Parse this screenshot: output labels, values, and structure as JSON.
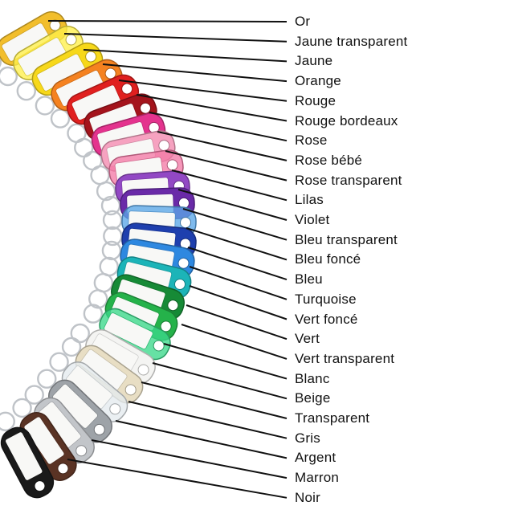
{
  "tags": [
    {
      "label": "Or",
      "color": "#F2BE2C",
      "translucent": false
    },
    {
      "label": "Jaune transparent",
      "color": "#FFF04A",
      "translucent": true
    },
    {
      "label": "Jaune",
      "color": "#F7D81A",
      "translucent": false
    },
    {
      "label": "Orange",
      "color": "#F58220",
      "translucent": false
    },
    {
      "label": "Rouge",
      "color": "#E0201F",
      "translucent": false
    },
    {
      "label": "Rouge bordeaux",
      "color": "#A4141C",
      "translucent": false
    },
    {
      "label": "Rose",
      "color": "#E4338E",
      "translucent": false
    },
    {
      "label": "Rose bébé",
      "color": "#F6A2C0",
      "translucent": false
    },
    {
      "label": "Rose transparent",
      "color": "#F47AA6",
      "translucent": true
    },
    {
      "label": "Lilas",
      "color": "#9248C4",
      "translucent": false
    },
    {
      "label": "Violet",
      "color": "#6A2AA8",
      "translucent": false
    },
    {
      "label": "Bleu transparent",
      "color": "#5AA6E8",
      "translucent": true
    },
    {
      "label": "Bleu foncé",
      "color": "#1E3FAE",
      "translucent": false
    },
    {
      "label": "Bleu",
      "color": "#2E88E0",
      "translucent": false
    },
    {
      "label": "Turquoise",
      "color": "#1CB4B8",
      "translucent": false
    },
    {
      "label": "Vert foncé",
      "color": "#168A36",
      "translucent": false
    },
    {
      "label": "Vert",
      "color": "#25B24A",
      "translucent": false
    },
    {
      "label": "Vert transparent",
      "color": "#3BD88A",
      "translucent": true
    },
    {
      "label": "Blanc",
      "color": "#F4F4F2",
      "translucent": false
    },
    {
      "label": "Beige",
      "color": "#E8DEC4",
      "translucent": false
    },
    {
      "label": "Transparent",
      "color": "#E4EAEE",
      "translucent": true
    },
    {
      "label": "Gris",
      "color": "#9EA3A8",
      "translucent": false
    },
    {
      "label": "Argent",
      "color": "#C2C5C9",
      "translucent": false
    },
    {
      "label": "Marron",
      "color": "#5A3324",
      "translucent": false
    },
    {
      "label": "Noir",
      "color": "#1A1A1A",
      "translucent": false
    }
  ]
}
